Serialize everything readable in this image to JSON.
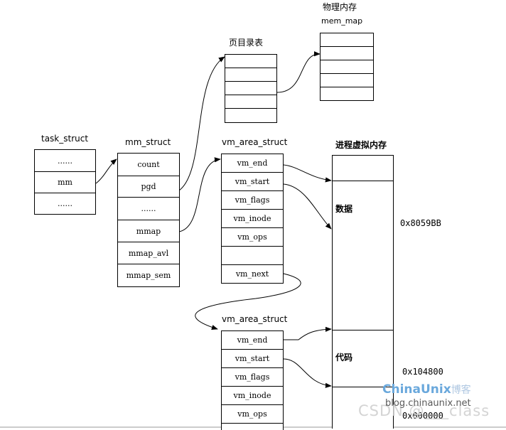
{
  "labels": {
    "physical_memory": "物理内存",
    "mem_map": "mem_map",
    "page_directory": "页目录表",
    "task_struct": "task_struct",
    "mm_struct": "mm_struct",
    "vm_area_struct_1": "vm_area_struct",
    "vm_area_struct_2": "vm_area_struct",
    "process_virtual_memory": "进程虚拟内存"
  },
  "task_struct": [
    "......",
    "mm",
    "......"
  ],
  "mm_struct": [
    "count",
    "pgd",
    "......",
    "mmap",
    "mmap_avl",
    "mmap_sem"
  ],
  "vma1": [
    "vm_end",
    "vm_start",
    "vm_flags",
    "vm_inode",
    "vm_ops",
    "",
    "vm_next"
  ],
  "vma2": [
    "vm_end",
    "vm_start",
    "vm_flags",
    "vm_inode",
    "vm_ops"
  ],
  "vmem": {
    "data_label": "数据",
    "code_label": "代码",
    "addr_top": "0x8059BB",
    "addr_mid": "0x104800",
    "addr_bottom": "0x000000"
  },
  "watermark": {
    "brand": "ChinaUnix",
    "brand_cn": "博客",
    "url": "blog.chinaunix.net",
    "csdn": "CSDN @___class"
  }
}
